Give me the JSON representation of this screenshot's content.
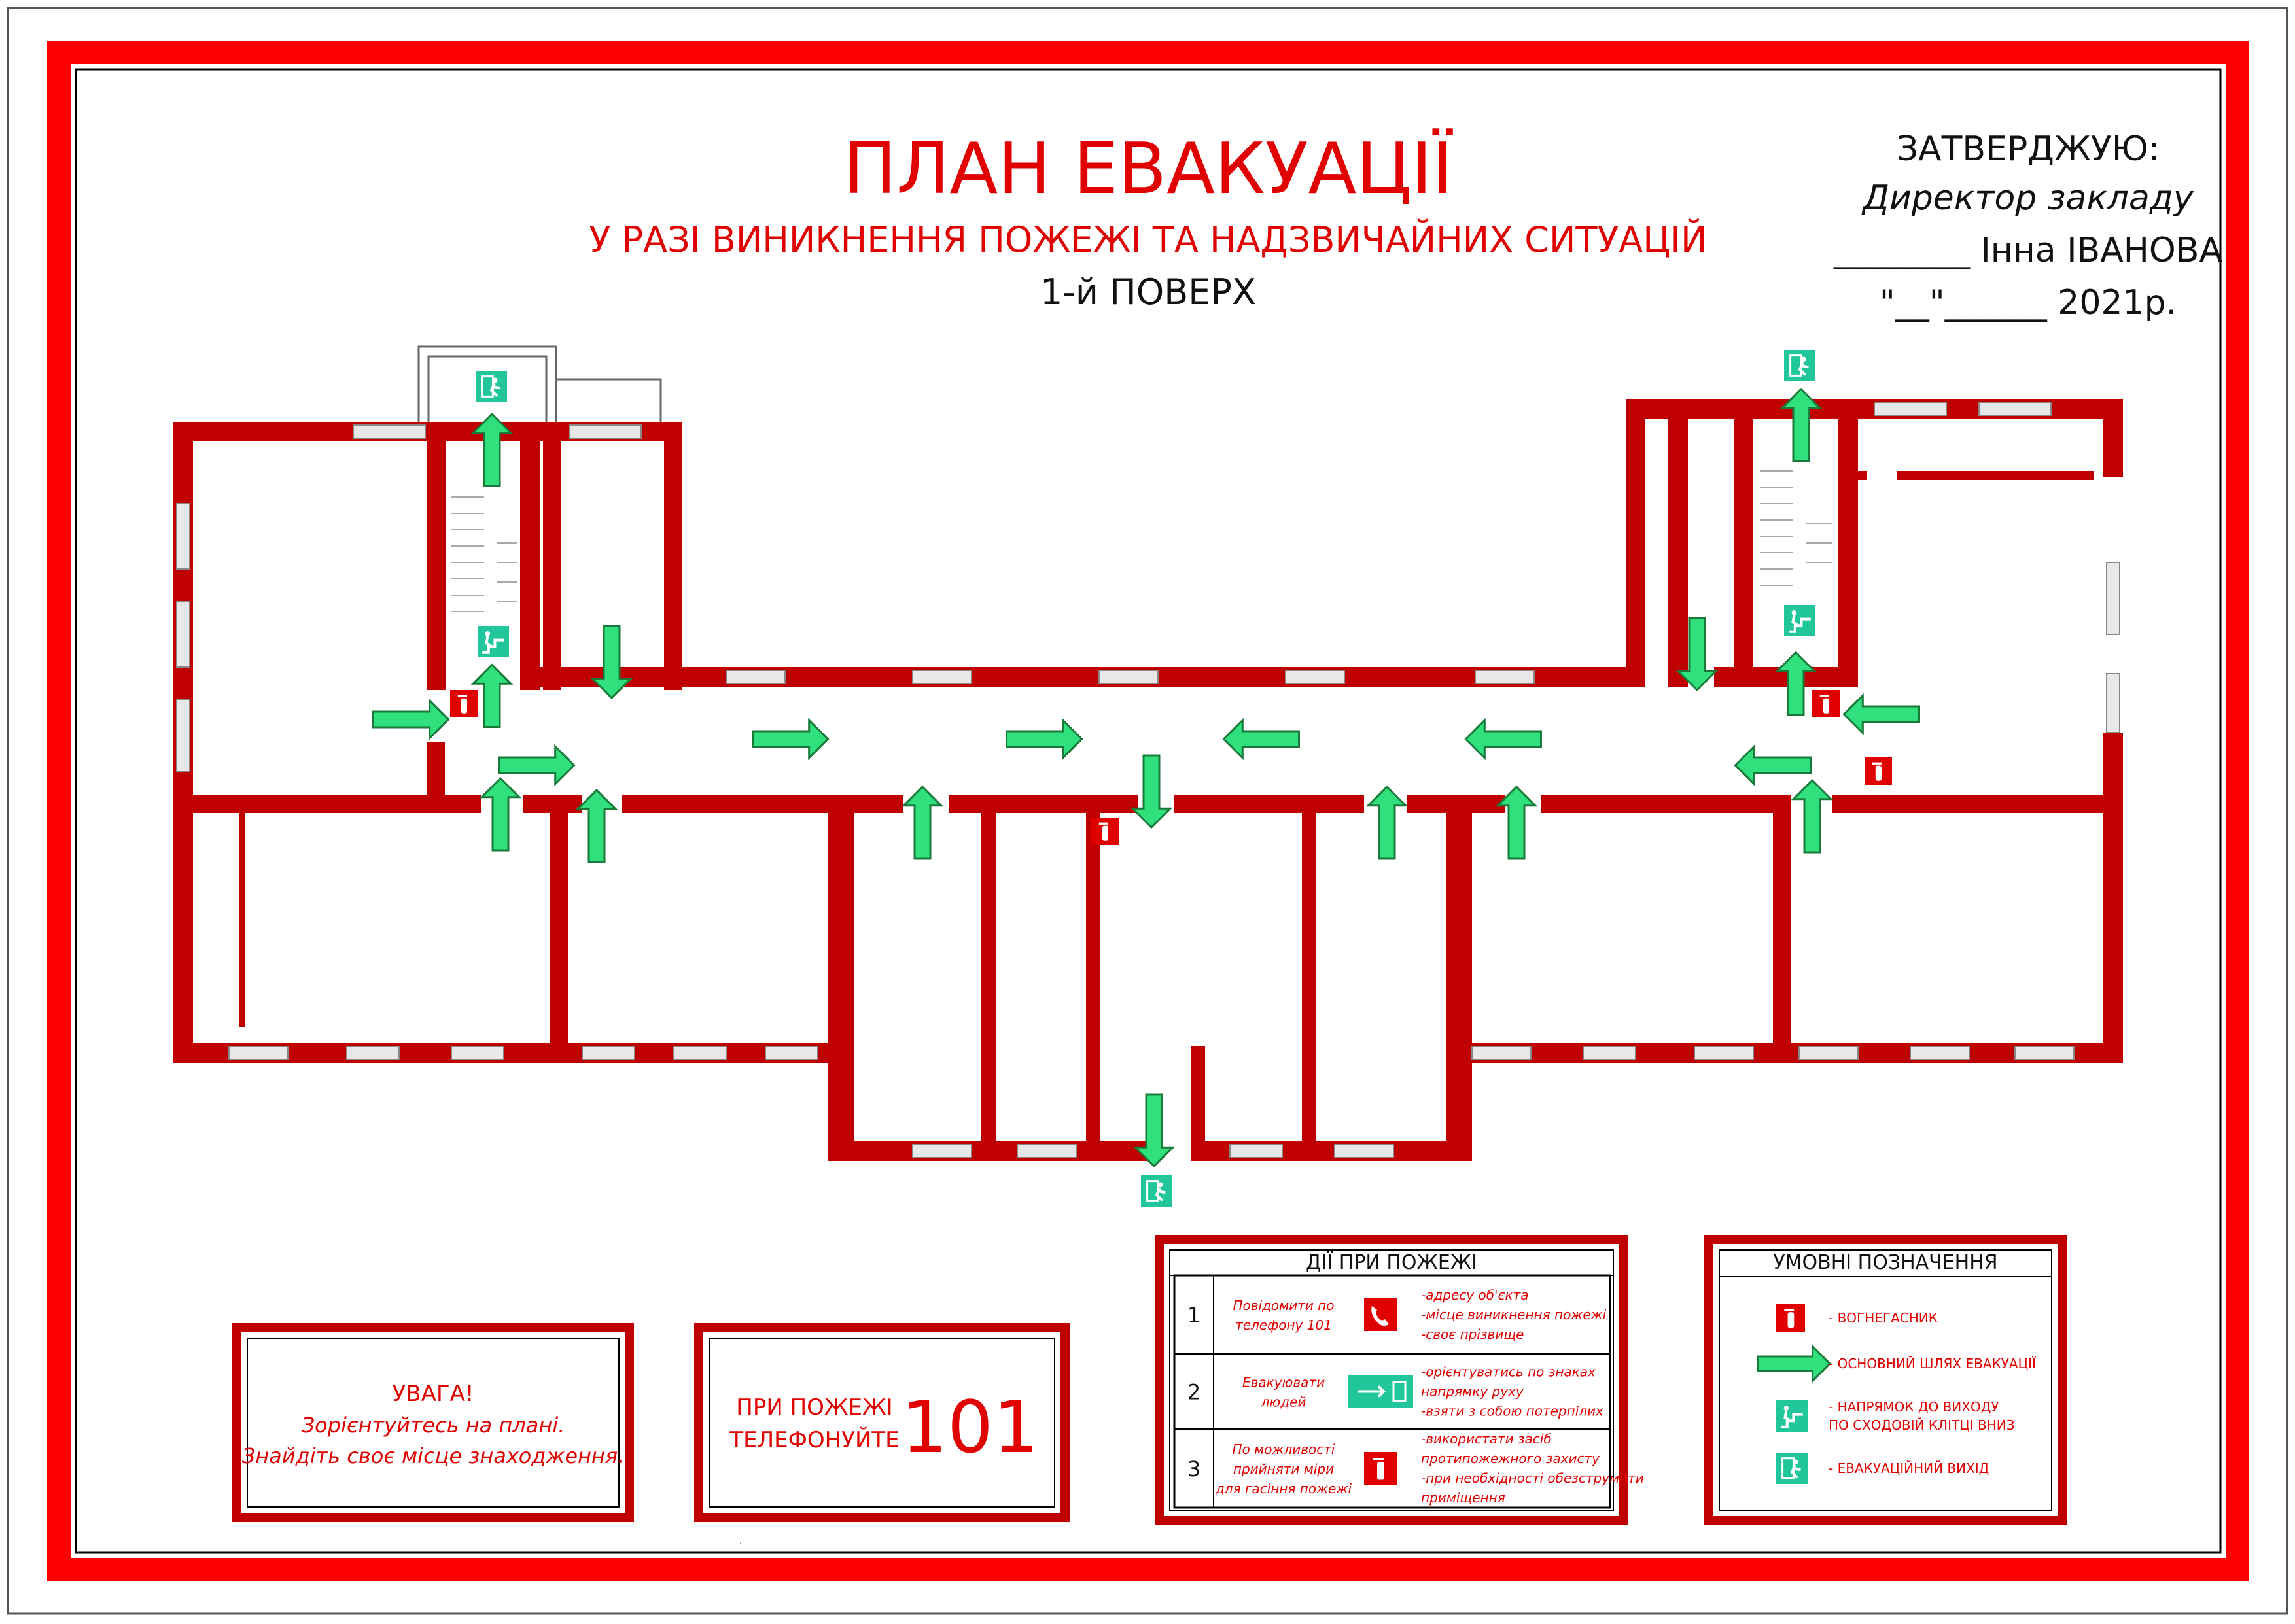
{
  "title": {
    "main": "ПЛАН ЕВАКУАЦІЇ",
    "subtitle": "У РАЗІ ВИНИКНЕННЯ ПОЖЕЖІ ТА НАДЗВИЧАЙНИХ СИТУАЦІЙ",
    "floor": "1-й ПОВЕРХ"
  },
  "approval": {
    "line1": "ЗАТВЕРДЖУЮ:",
    "line2": "Директор закладу",
    "line3": "________   Інна ІВАНОВА",
    "line4": "\"__\"______ 2021р."
  },
  "warning_box": {
    "line1": "УВАГА!",
    "line2": "Зорієнтуйтесь на плані.",
    "line3": "Знайдіть своє місце знаходження."
  },
  "phone_box": {
    "line1": "ПРИ ПОЖЕЖІ",
    "line2": "ТЕЛЕФОНУЙТЕ",
    "number": "101"
  },
  "actions": {
    "title": "ДІЇ ПРИ ПОЖЕЖІ",
    "rows": [
      {
        "num": "1",
        "action_lines": [
          "Повідомити по",
          "телефону 101"
        ],
        "icon": "phone-icon",
        "details": [
          "-адресу об'єкта",
          "-місце виникнення пожежі",
          "-своє прізвище"
        ]
      },
      {
        "num": "2",
        "action_lines": [
          "Евакуювати",
          "людей"
        ],
        "icon": "evacuation-sign-icon",
        "details": [
          "-орієнтуватись по знаках",
          "  напрямку руху",
          "-взяти з собою потерпілих"
        ]
      },
      {
        "num": "3",
        "action_lines": [
          "По можливості",
          "прийняти міри",
          "для гасіння пожежі"
        ],
        "icon": "extinguisher-icon",
        "details": [
          "-використати засіб",
          "  протипожежного захисту",
          "-при необхідності обезструмити",
          "  приміщення"
        ]
      }
    ]
  },
  "legend": {
    "title": "УМОВНІ ПОЗНАЧЕННЯ",
    "items": [
      {
        "icon": "extinguisher-icon",
        "lines": [
          "- ВОГНЕГАСНИК"
        ]
      },
      {
        "icon": "arrow-icon",
        "lines": [
          "- ОСНОВНИЙ ШЛЯХ ЕВАКУАЦІЇ"
        ]
      },
      {
        "icon": "stair-exit-icon",
        "lines": [
          "- НАПРЯМОК ДО ВИХОДУ",
          "  ПО СХОДОВІЙ КЛІТЦІ ВНИЗ"
        ]
      },
      {
        "icon": "exit-sign-icon",
        "lines": [
          "- ЕВАКУАЦІЙНИЙ ВИХІД"
        ]
      }
    ]
  },
  "colors": {
    "frame_red": "#ff0000",
    "wall_red": "#c00000",
    "text_red": "#e00000",
    "arrow_green": "#2fe07c",
    "arrow_outline": "#1a7a3a",
    "sign_teal": "#21c79b"
  }
}
